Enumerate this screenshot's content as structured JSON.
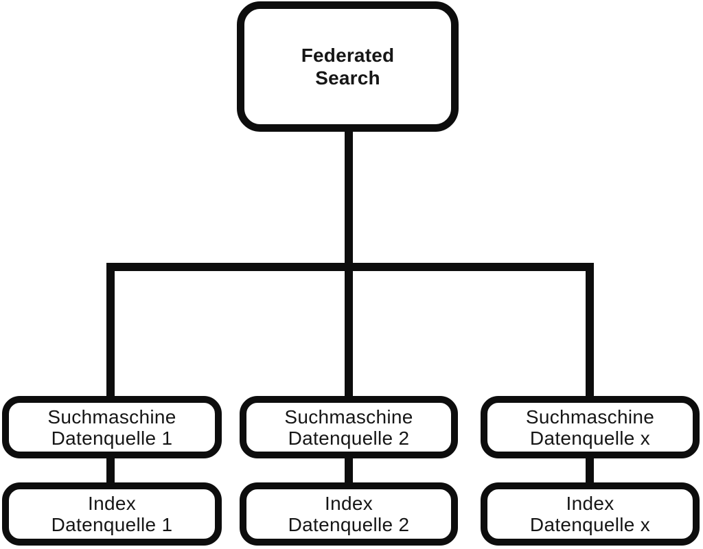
{
  "colors": {
    "ink": "#0d0d0d",
    "paper": "#ffffff",
    "text": "#161616"
  },
  "nodes": {
    "root": {
      "lines": [
        "Federated",
        "Search"
      ]
    },
    "columns": [
      {
        "engine": {
          "lines": [
            "Suchmaschine",
            "Datenquelle 1"
          ]
        },
        "index": {
          "lines": [
            "Index",
            "Datenquelle 1"
          ]
        }
      },
      {
        "engine": {
          "lines": [
            "Suchmaschine",
            "Datenquelle 2"
          ]
        },
        "index": {
          "lines": [
            "Index",
            "Datenquelle 2"
          ]
        }
      },
      {
        "engine": {
          "lines": [
            "Suchmaschine",
            "Datenquelle x"
          ]
        },
        "index": {
          "lines": [
            "Index",
            "Datenquelle x"
          ]
        }
      }
    ]
  }
}
